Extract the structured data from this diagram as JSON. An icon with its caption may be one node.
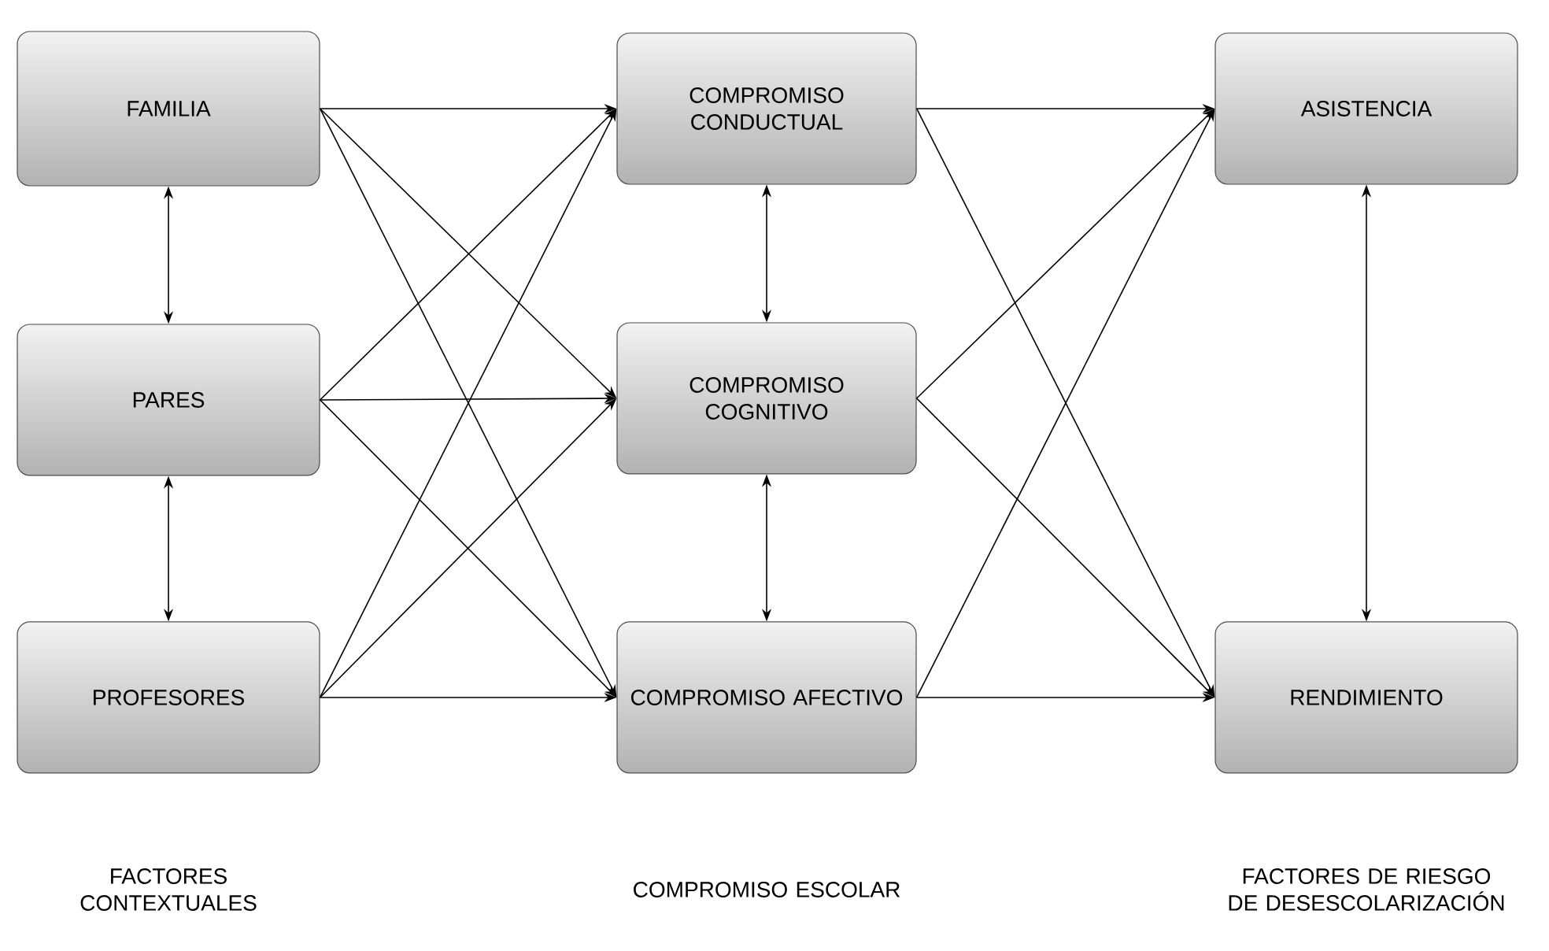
{
  "diagram": {
    "nodes": [
      {
        "text": [
          "FAMILIA"
        ]
      },
      {
        "text": [
          "PARES"
        ]
      },
      {
        "text": [
          "PROFESORES"
        ]
      },
      {
        "text": [
          "COMPROMISO CONDUCTUAL"
        ]
      },
      {
        "text": [
          "COMPROMISO COGNITIVO"
        ]
      },
      {
        "text": [
          "COMPROMISO AFECTIVO"
        ]
      },
      {
        "text": [
          "ASISTENCIA"
        ]
      },
      {
        "text": [
          "RENDIMIENTO"
        ]
      }
    ],
    "edges": [
      {
        "from": 0,
        "to": 1,
        "arrow": "both"
      },
      {
        "from": 1,
        "to": 2,
        "arrow": "both"
      },
      {
        "from": 3,
        "to": 4,
        "arrow": "both"
      },
      {
        "from": 4,
        "to": 5,
        "arrow": "both"
      },
      {
        "from": 6,
        "to": 7,
        "arrow": "both"
      },
      {
        "from": 0,
        "to": 3,
        "arrow": "to"
      },
      {
        "from": 0,
        "to": 4,
        "arrow": "to"
      },
      {
        "from": 0,
        "to": 5,
        "arrow": "to"
      },
      {
        "from": 1,
        "to": 3,
        "arrow": "to"
      },
      {
        "from": 1,
        "to": 4,
        "arrow": "to"
      },
      {
        "from": 1,
        "to": 5,
        "arrow": "to"
      },
      {
        "from": 2,
        "to": 3,
        "arrow": "to"
      },
      {
        "from": 2,
        "to": 4,
        "arrow": "to"
      },
      {
        "from": 2,
        "to": 5,
        "arrow": "to"
      },
      {
        "from": 3,
        "to": 6,
        "arrow": "to"
      },
      {
        "from": 3,
        "to": 7,
        "arrow": "to"
      },
      {
        "from": 4,
        "to": 6,
        "arrow": "to"
      },
      {
        "from": 4,
        "to": 7,
        "arrow": "to"
      },
      {
        "from": 5,
        "to": 6,
        "arrow": "to"
      },
      {
        "from": 5,
        "to": 7,
        "arrow": "to"
      }
    ],
    "labels": [
      "FACTORES CONTEXTUALES",
      "COMPROMISO ESCOLAR",
      "FACTORES DE RIESGO DE DESESCOLARIZACIÓN"
    ]
  }
}
